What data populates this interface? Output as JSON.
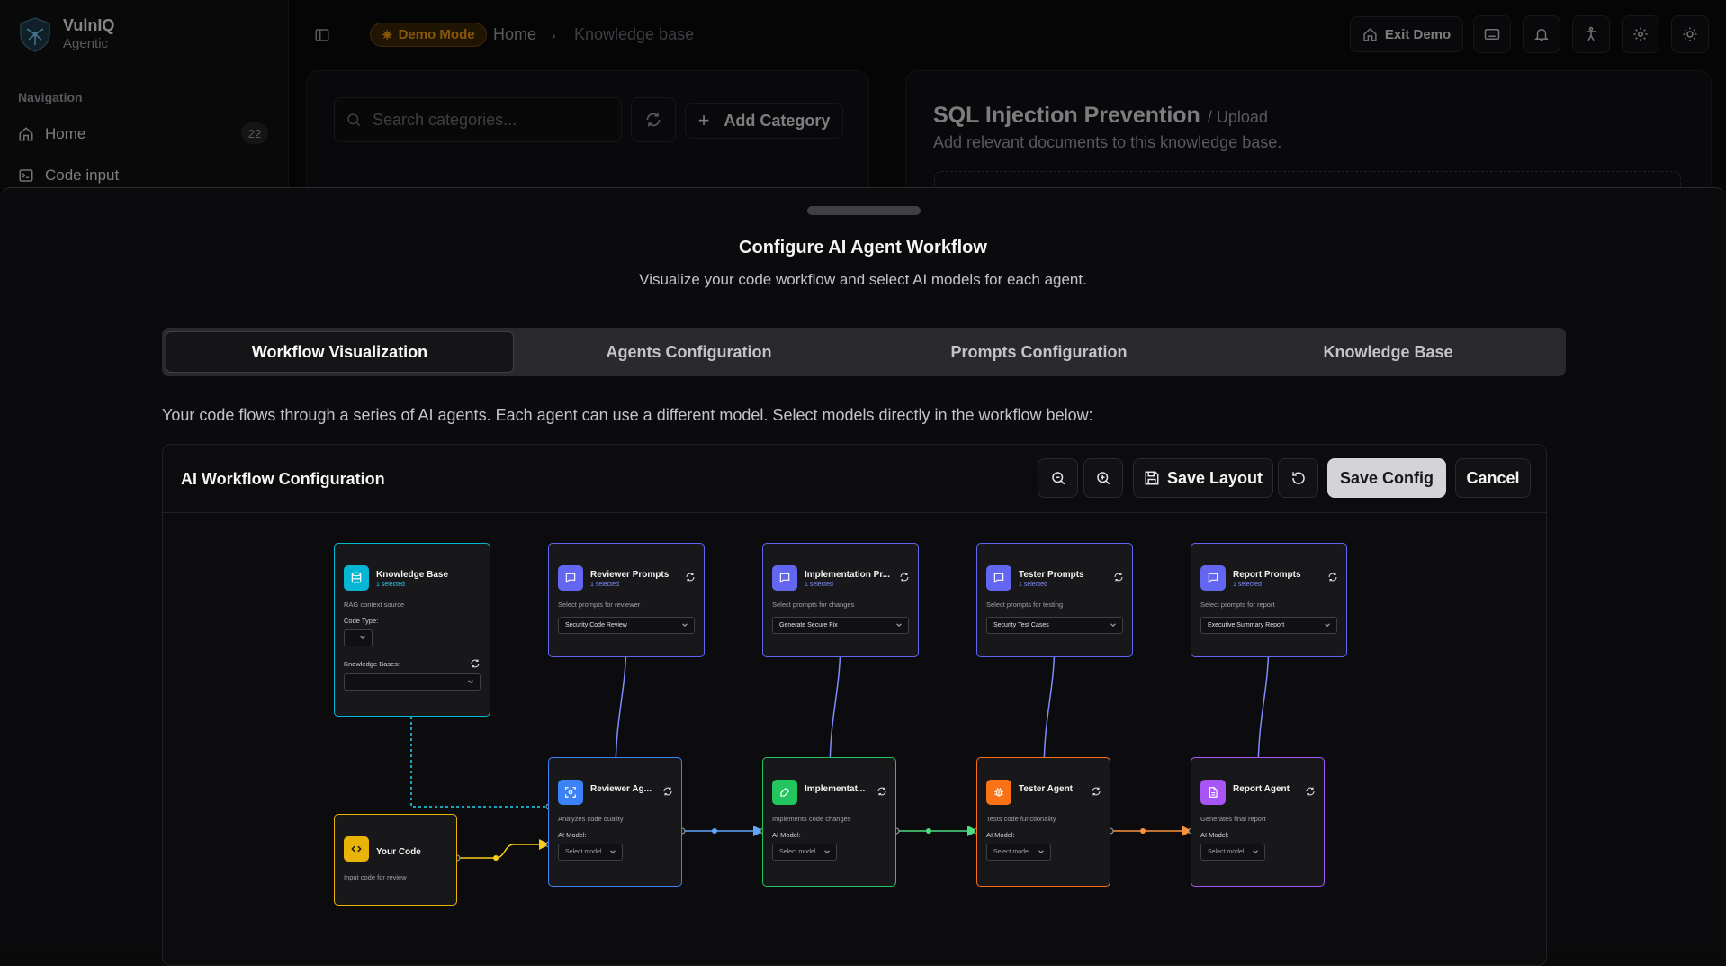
{
  "app": {
    "name": "VulnIQ",
    "subtitle": "Agentic"
  },
  "sidebar": {
    "heading": "Navigation",
    "items": [
      {
        "label": "Home",
        "badge": "22"
      },
      {
        "label": "Code input"
      }
    ]
  },
  "topbar": {
    "demo_mode": "Demo Mode",
    "breadcrumb": [
      "Home",
      "Knowledge base"
    ],
    "exit_demo": "Exit Demo"
  },
  "categories": {
    "search_placeholder": "Search categories...",
    "add_label": "Add Category"
  },
  "knowledge_base": {
    "title": "SQL Injection Prevention",
    "title_suffix": "/ Upload",
    "description": "Add relevant documents to this knowledge base."
  },
  "dialog": {
    "title": "Configure AI Agent Workflow",
    "description": "Visualize your code workflow and select AI models for each agent.",
    "tabs": [
      "Workflow Visualization",
      "Agents Configuration",
      "Prompts Configuration",
      "Knowledge Base"
    ],
    "active_tab": 0,
    "flow_description": "Your code flows through a series of AI agents. Each agent can use a different model. Select models directly in the workflow below:"
  },
  "workflow": {
    "title": "AI Workflow Configuration",
    "save_layout": "Save Layout",
    "save_config": "Save  Config",
    "cancel": "Cancel",
    "colors": {
      "cyan": "#06b6d4",
      "indigo": "#6366f1",
      "blue": "#3b82f6",
      "green": "#22c55e",
      "orange": "#f97316",
      "purple": "#a855f7",
      "yellow": "#eab308"
    },
    "knowledge_node": {
      "title": "Knowledge Base",
      "selected": "1 selected",
      "desc": "RAG context source",
      "code_type_label": "Code Type:",
      "kb_label": "Knowledge Bases:"
    },
    "prompt_nodes": [
      {
        "title": "Reviewer Prompts",
        "selected": "1 selected",
        "desc": "Select prompts for reviewer",
        "value": "Security Code Review"
      },
      {
        "title": "Implementation Pr...",
        "selected": "1 selected",
        "desc": "Select prompts for changes",
        "value": "Generate Secure Fix"
      },
      {
        "title": "Tester Prompts",
        "selected": "1 selected",
        "desc": "Select prompts for testing",
        "value": "Security Test Cases"
      },
      {
        "title": "Report Prompts",
        "selected": "1 selected",
        "desc": "Select prompts for report",
        "value": "Executive Summary Report"
      }
    ],
    "agent_nodes": [
      {
        "title": "Reviewer Ag...",
        "desc": "Analyzes code quality",
        "model_label": "AI Model:",
        "model": "Select model"
      },
      {
        "title": "Implementat...",
        "desc": "Implements code changes",
        "model_label": "AI Model:",
        "model": "Select model"
      },
      {
        "title": "Tester Agent",
        "desc": "Tests code functionality",
        "model_label": "AI Model:",
        "model": "Select model"
      },
      {
        "title": "Report Agent",
        "desc": "Generates final report",
        "model_label": "AI Model:",
        "model": "Select model"
      }
    ],
    "code_node": {
      "title": "Your Code",
      "desc": "Input code for review"
    }
  }
}
